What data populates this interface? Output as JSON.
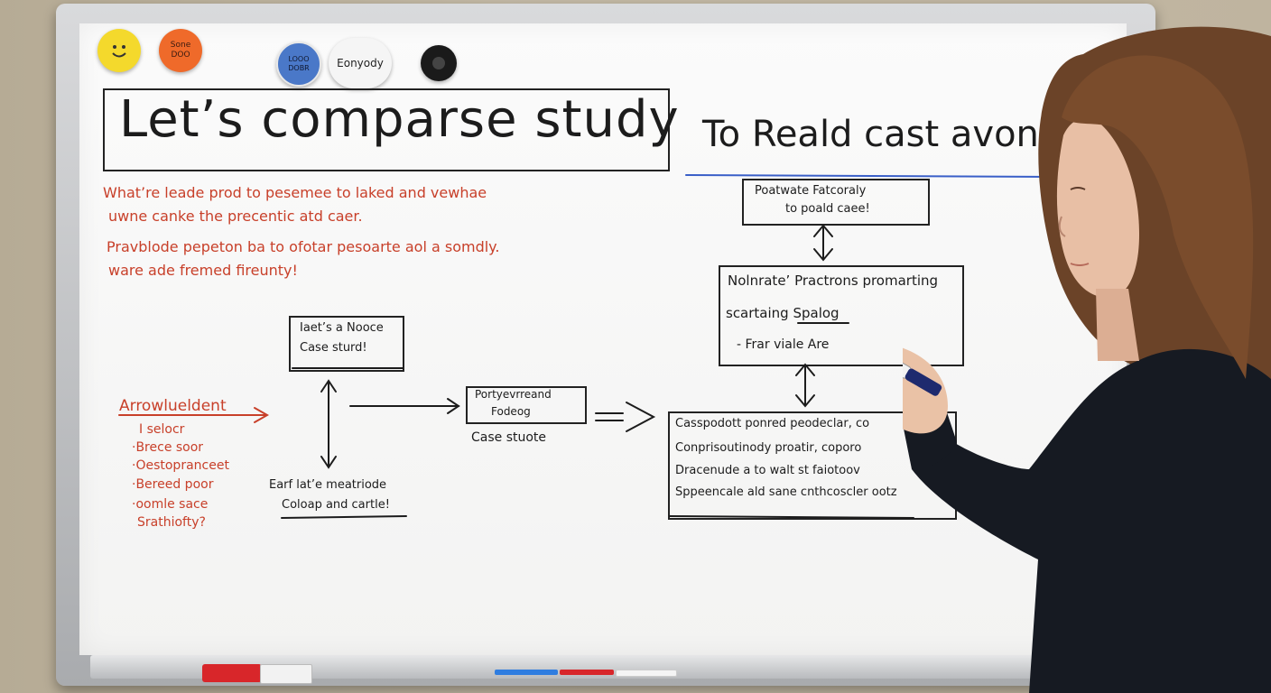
{
  "board": {
    "title": "Let’s comparse study",
    "title_right": "To Reald cast avon",
    "red_intro": [
      "What’re leade prod to pesemee to laked and vewhae",
      "uwne canke the precentic atd caer.",
      "Pravblode pepeton ba to ofotar pesoarte aol a somdly.",
      "ware ade fremed fireunty!"
    ],
    "red_list": {
      "heading": "Arrowlueldent",
      "items": [
        "I selocr",
        "·Brece soor",
        "·Oestopranceet",
        "·Bereed poor",
        "·oomle sace",
        "Srathiofty?"
      ]
    },
    "left_box": [
      "Iaet’s a Nooce",
      "Case sturd!"
    ],
    "left_bottom": [
      "Earf lat’e meatriode",
      "Coloap and cartle!"
    ],
    "mid_box": [
      "Portyevrreand",
      "Fodeog"
    ],
    "mid_caption": "Case stuote",
    "right_top_box": [
      "Poatwate Fatcoraly",
      "to poald caee!"
    ],
    "right_mid_box": [
      "Nolnrate’ Practrons promarting",
      "scartaing Spalog",
      "- Frar viale Are"
    ],
    "right_bottom_box": [
      "Casspodott ponred peodeclar, co",
      "Conprisoutinody proatir, coporo",
      "Dracenude a to walt st faiotoov",
      "Sppeencale ald sane cnthcoscler ootz"
    ]
  },
  "magnets": [
    {
      "label": "",
      "color": "#f4d92c",
      "icon": "smiley-icon"
    },
    {
      "label": "Sone\nDOO",
      "color": "#ef6a2a"
    },
    {
      "label": "LOOO\nDOBR",
      "color": "#4a78c8"
    },
    {
      "label": "Eonyody",
      "color": "#f5f5f5"
    },
    {
      "label": "",
      "color": "#1a1a1a"
    }
  ],
  "colors": {
    "ink_black": "#1c1c1c",
    "ink_red": "#c8402a",
    "ink_blue": "#3a5fc8",
    "sweater": "#161a22",
    "hair": "#6b4328"
  }
}
